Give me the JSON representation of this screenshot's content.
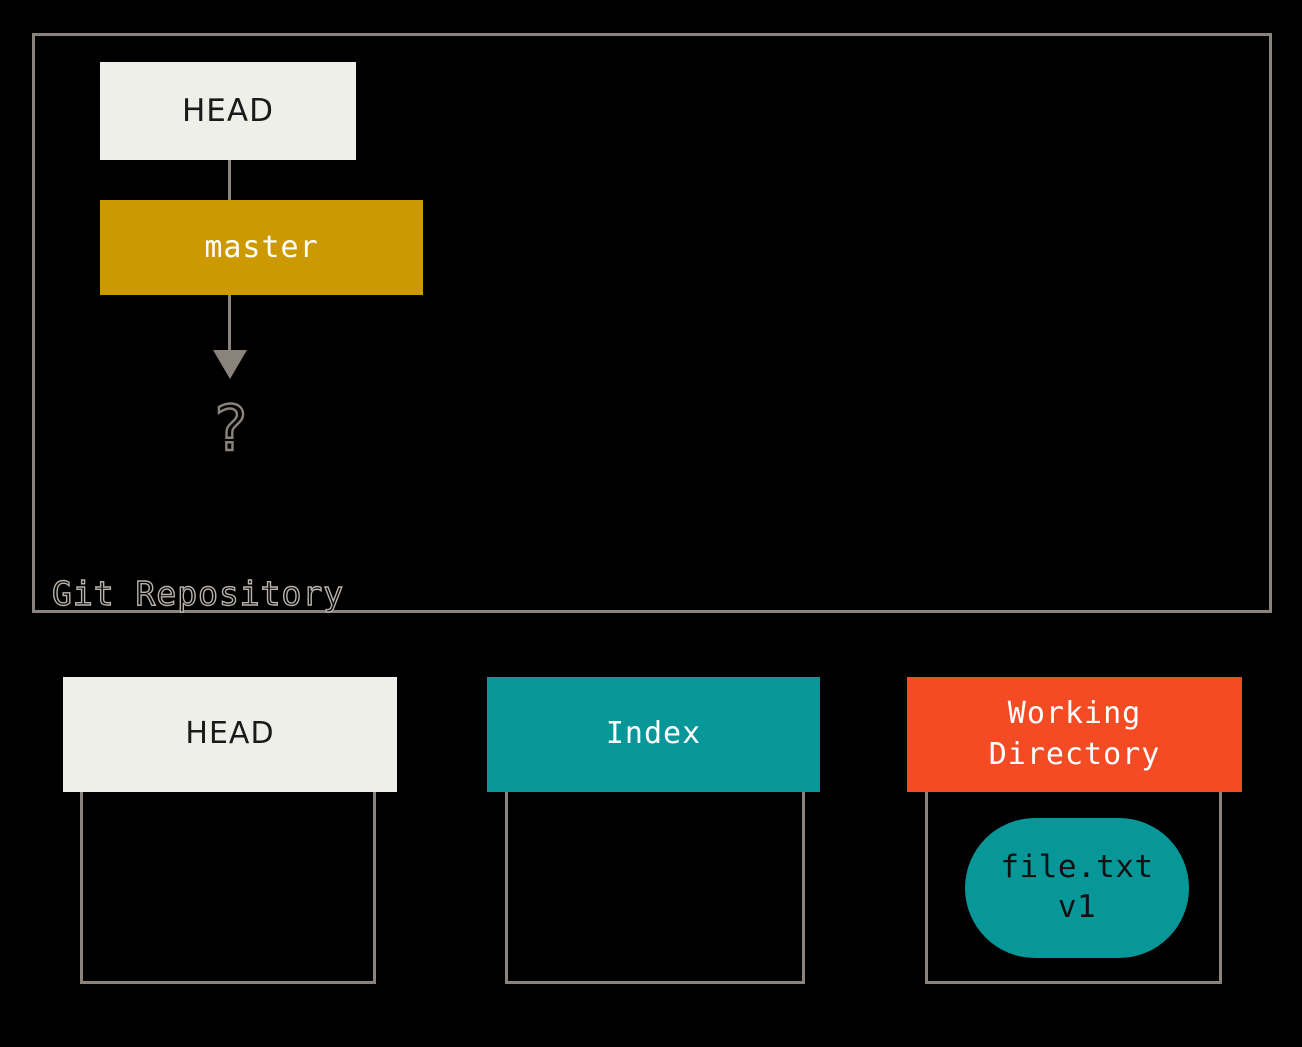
{
  "diagram": {
    "title": "Git three-trees state diagram",
    "background_color": "#000000",
    "border_color": "#8A837C"
  },
  "repository": {
    "label": "Git Repository",
    "label_color": "#B9B3AC",
    "head_ref": {
      "label": "HEAD",
      "bg_color": "#EFEFE9",
      "text_color": "#1A1A1A"
    },
    "branch": {
      "label": "master",
      "bg_color": "#CC9A00",
      "text_color": "#FFFFFF"
    },
    "commit_placeholder": {
      "label": "?",
      "color": "#8A837C"
    },
    "edges": [
      {
        "name": "head-to-master",
        "from": "HEAD",
        "to": "master",
        "arrow": false
      },
      {
        "name": "master-to-commit",
        "from": "master",
        "to": "?",
        "arrow": true
      }
    ]
  },
  "areas": [
    {
      "key": "head",
      "label": "HEAD",
      "header_bg": "#EFEFE9",
      "header_text_color": "#1A1A1A",
      "items": []
    },
    {
      "key": "index",
      "label": "Index",
      "header_bg": "#079799",
      "header_text_color": "#FFFFFF",
      "items": []
    },
    {
      "key": "workdir",
      "label": "Working\nDirectory",
      "header_bg": "#F54B24",
      "header_text_color": "#FFFFFF",
      "items": [
        {
          "name": "file-blob",
          "label": "file.txt\nv1",
          "bg_color": "#079799",
          "text_color": "#111111"
        }
      ]
    }
  ]
}
